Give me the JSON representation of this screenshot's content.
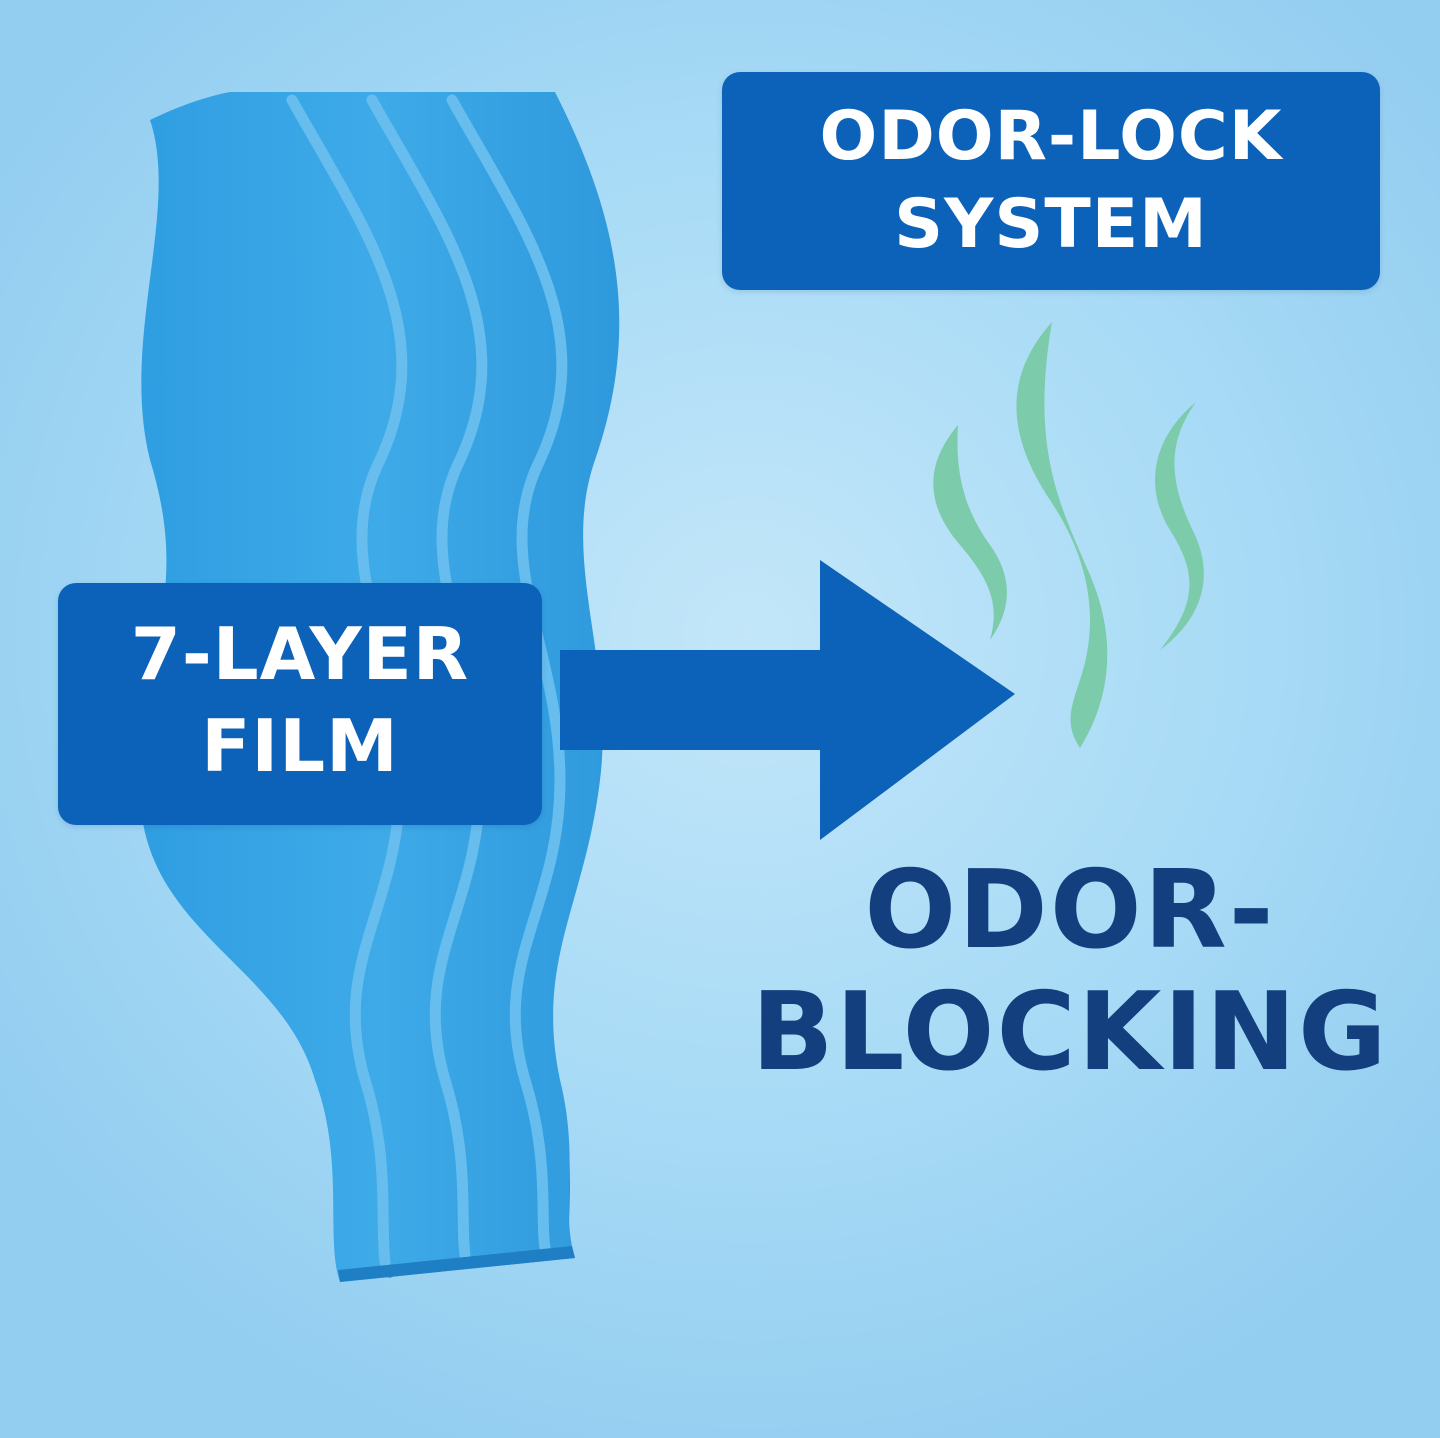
{
  "labels": {
    "system_line1": "ODOR-LOCK",
    "system_line2": "SYSTEM",
    "film_line1": "7-LAYER",
    "film_line2": "FILM",
    "blocking_line1": "ODOR-",
    "blocking_line2": "BLOCKING"
  },
  "colors": {
    "background": "#a8dbf6",
    "label_box": "#0b62b8",
    "label_text": "#ffffff",
    "arrow": "#0b62b8",
    "film_front": "#36a5e5",
    "film_layers": "#2a93d7",
    "film_edge_highlight": "#6cc1ee",
    "odor_wisps": "#7ccbaa",
    "heading_text": "#143f7e"
  },
  "icons": {
    "film": "wavy-layered-film",
    "arrow": "arrow-right",
    "odor": "odor-wisps"
  }
}
